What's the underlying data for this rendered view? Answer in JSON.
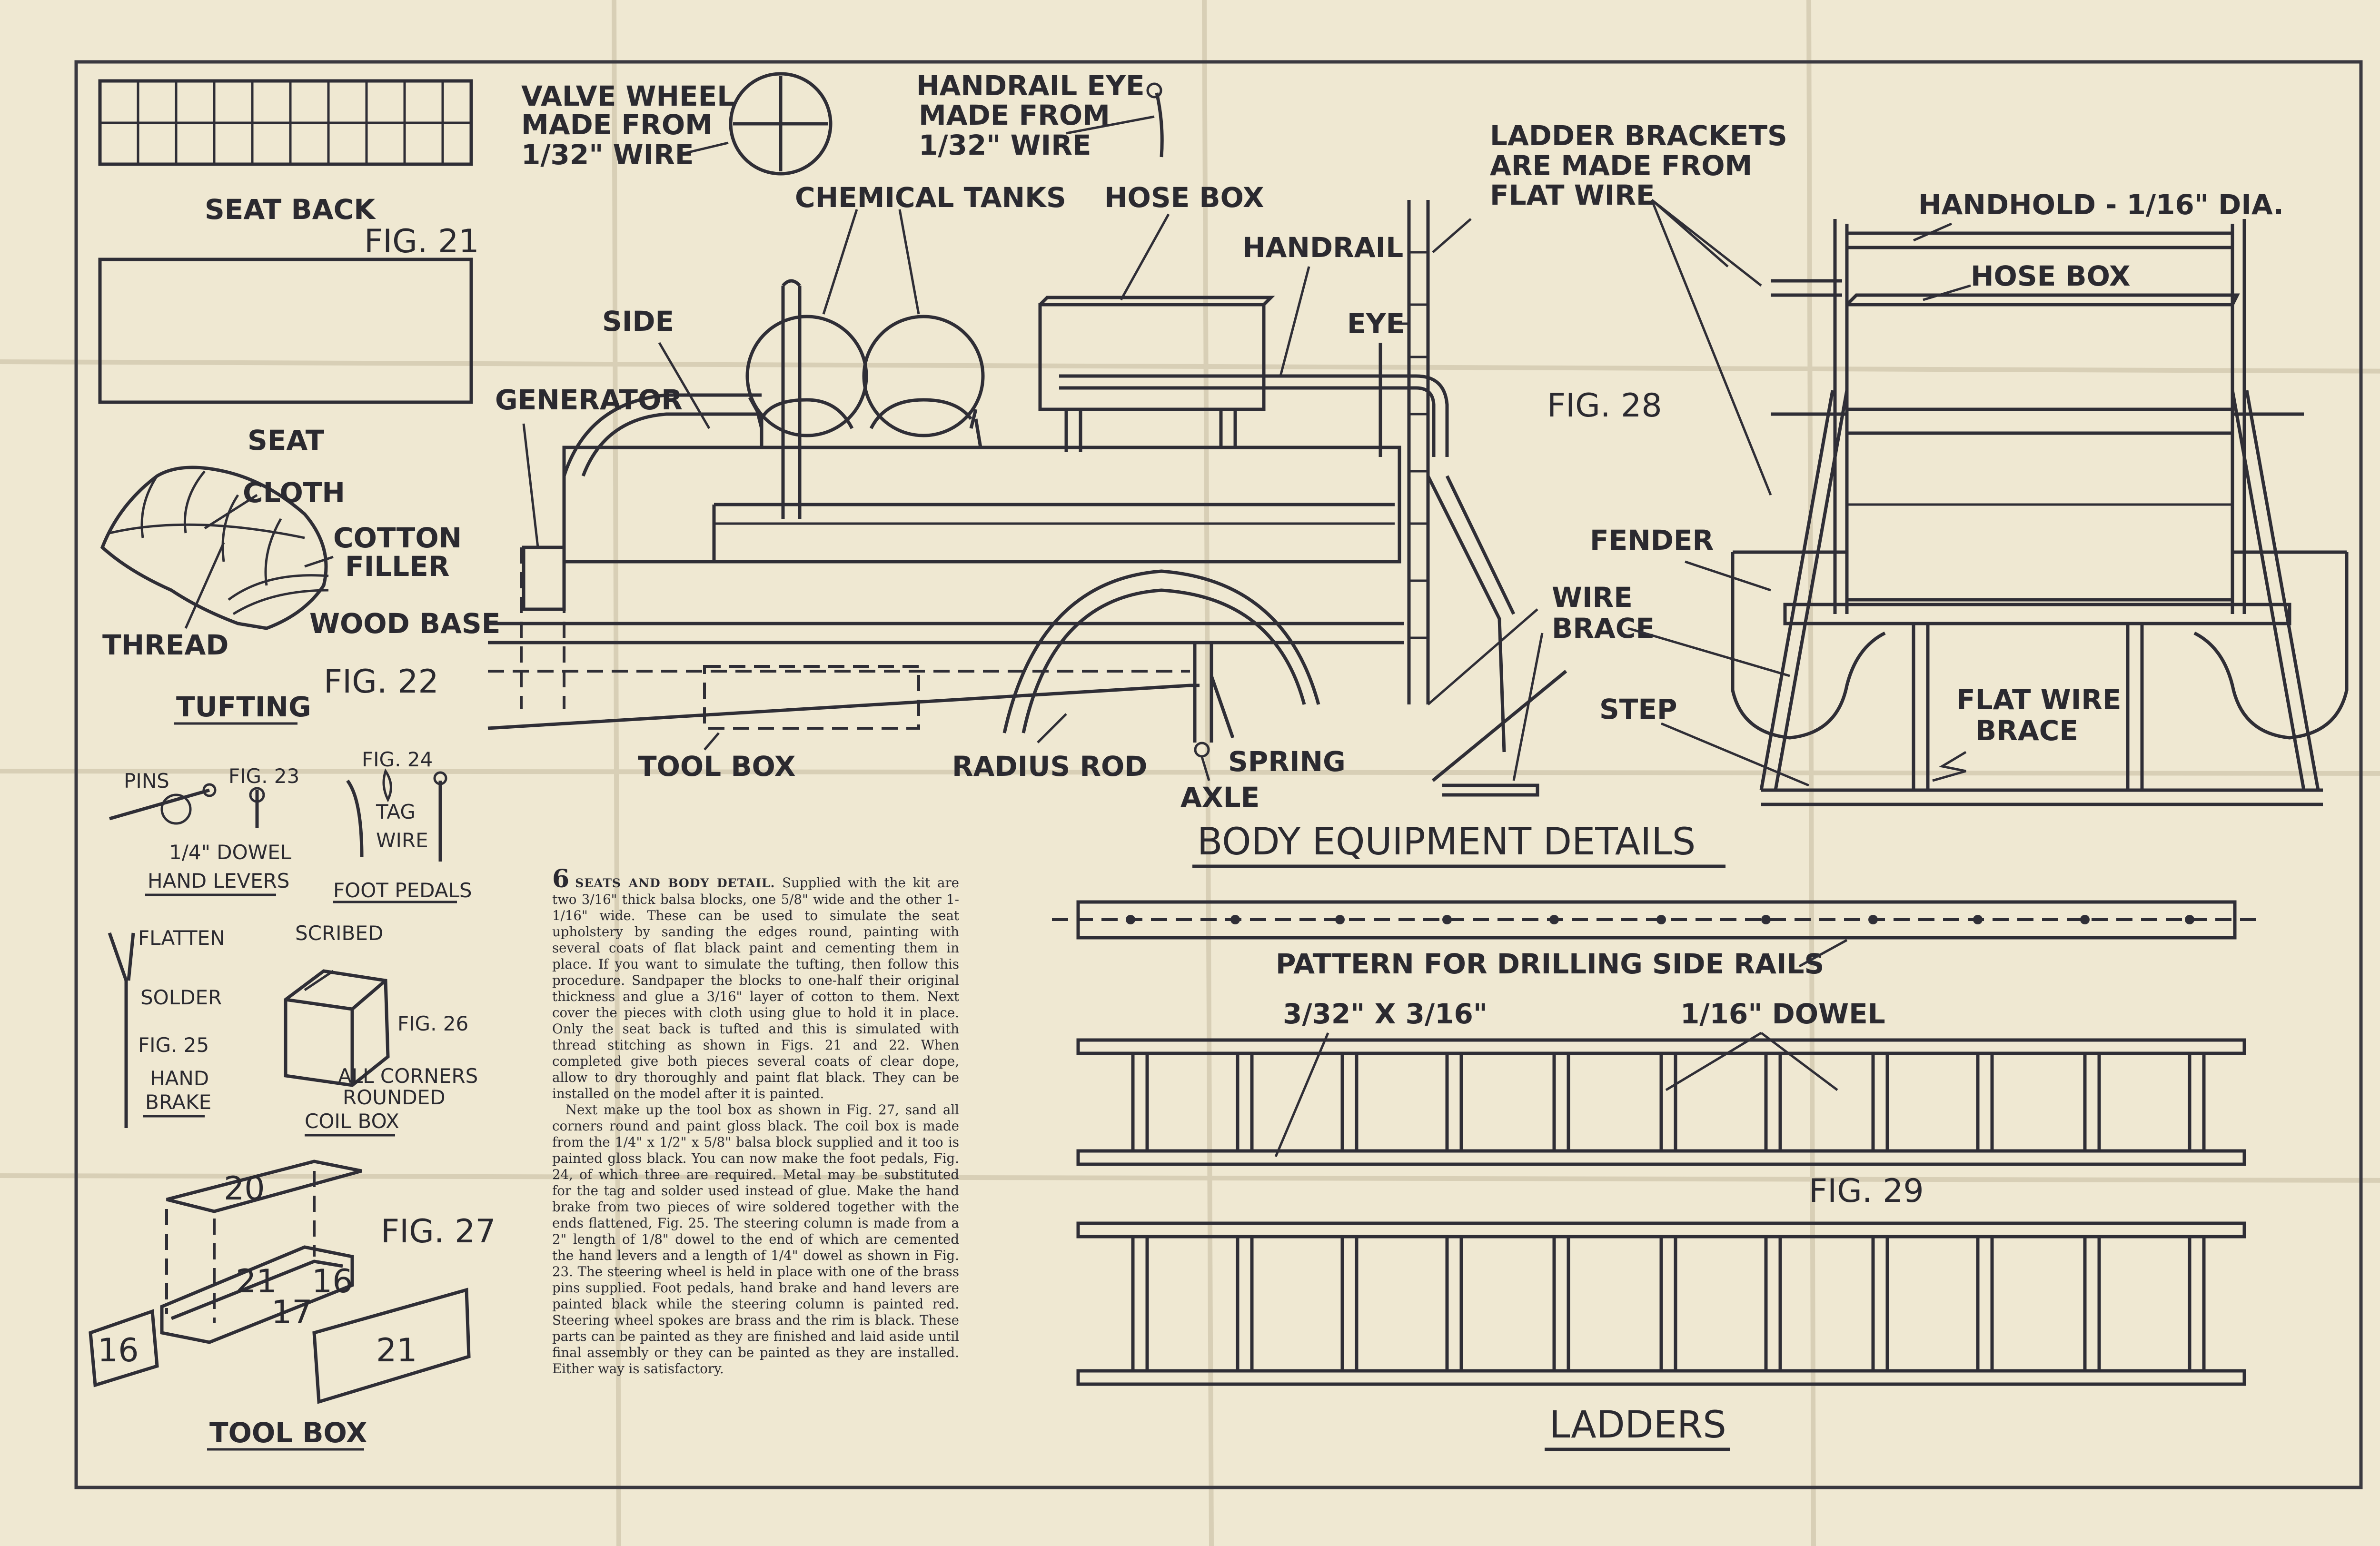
{
  "labels": {
    "seat_back": "SEAT BACK",
    "fig21": "FIG. 21",
    "seat": "SEAT",
    "cloth": "CLOTH",
    "cotton": "COTTON",
    "filler": "FILLER",
    "thread": "THREAD",
    "wood_base": "WOOD BASE",
    "fig22": "FIG. 22",
    "tufting": "TUFTING",
    "pins": "PINS",
    "fig23": "FIG. 23",
    "dowel_quarter": "1/4\" DOWEL",
    "hand_levers": "HAND LEVERS",
    "fig24": "FIG. 24",
    "tag": "TAG",
    "wire": "WIRE",
    "foot_pedals": "FOOT PEDALS",
    "flatten": "FLATTEN",
    "scribed": "SCRIBED",
    "solder": "SOLDER",
    "fig26": "FIG. 26",
    "fig25": "FIG. 25",
    "hand": "HAND",
    "brake": "BRAKE",
    "all_corners": "ALL CORNERS",
    "rounded": "ROUNDED",
    "coil_box": "COIL BOX",
    "fig27": "FIG. 27",
    "tool_box_caption": "TOOL BOX",
    "valve_wheel_1": "VALVE WHEEL",
    "valve_wheel_2": "MADE FROM",
    "valve_wheel_3": "1/32\" WIRE",
    "handrail_eye_1": "HANDRAIL EYE",
    "handrail_eye_2": "MADE FROM",
    "handrail_eye_3": "1/32\" WIRE",
    "chemical_tanks": "CHEMICAL TANKS",
    "hose_box": "HOSE BOX",
    "handrail": "HANDRAIL",
    "side": "SIDE",
    "eye": "EYE",
    "generator": "GENERATOR",
    "tool_box": "TOOL BOX",
    "radius_rod": "RADIUS ROD",
    "spring": "SPRING",
    "axle": "AXLE",
    "ladder_brackets_1": "LADDER BRACKETS",
    "ladder_brackets_2": "ARE MADE FROM",
    "ladder_brackets_3": "FLAT WIRE",
    "handhold": "HANDHOLD - 1/16\" DIA.",
    "hose_box_2": "HOSE BOX",
    "fig28": "FIG. 28",
    "fender": "FENDER",
    "wire_brace_1": "WIRE",
    "wire_brace_2": "BRACE",
    "step": "STEP",
    "flat_wire_brace_1": "FLAT WIRE",
    "flat_wire_brace_2": "BRACE",
    "body_equipment_details": "BODY EQUIPMENT DETAILS",
    "pattern_side_rails": "PATTERN FOR DRILLING SIDE RAILS",
    "rail_size": "3/32\" X 3/16\"",
    "dowel_sixteenth": "1/16\" DOWEL",
    "fig29": "FIG. 29",
    "ladders": "LADDERS",
    "tool_box_nums": [
      "20",
      "21",
      "16",
      "17",
      "16",
      "21"
    ]
  },
  "text_block": {
    "number": "6",
    "heading": "SEATS AND BODY DETAIL.",
    "paragraph_1": "Supplied with the kit are two 3/16\" thick balsa blocks, one 5/8\" wide and the other 1-1/16\" wide. These can be used to simulate the seat upholstery by sanding the edges round, painting with several coats of flat black paint and cementing them in place. If you want to simulate the tufting, then follow this procedure. Sandpaper the blocks to one-half their original thickness and glue a 3/16\" layer of cotton to them. Next cover the pieces with cloth using glue to hold it in place. Only the seat back is tufted and this is simulated with thread stitching as shown in Figs. 21 and 22. When completed give both pieces several coats of clear dope, allow to dry thoroughly and paint flat black. They can be installed on the model after it is painted.",
    "paragraph_2": "Next make up the tool box as shown in Fig. 27, sand all corners round and paint gloss black. The coil box is made from the 1/4\" x 1/2\" x 5/8\" balsa block supplied and it too is painted gloss black. You can now make the foot pedals, Fig. 24, of which three are required. Metal may be substituted for the tag and solder used instead of glue. Make the hand brake from two pieces of wire soldered together with the ends flattened, Fig. 25. The steering column is made from a 2\" length of 1/8\" dowel to the end of which are cemented the hand levers and a length of 1/4\" dowel as shown in Fig. 23. The steering wheel is held in place with one of the brass pins supplied. Foot pedals, hand brake and hand levers are painted black while the steering column is painted red. Steering wheel spokes are brass and the rim is black. These parts can be painted as they are finished and laid aside until final assembly or they can be painted as they are installed. Either way is satisfactory."
  },
  "colors": {
    "paper": "#efe8d2",
    "ink": "#2b2a30"
  }
}
